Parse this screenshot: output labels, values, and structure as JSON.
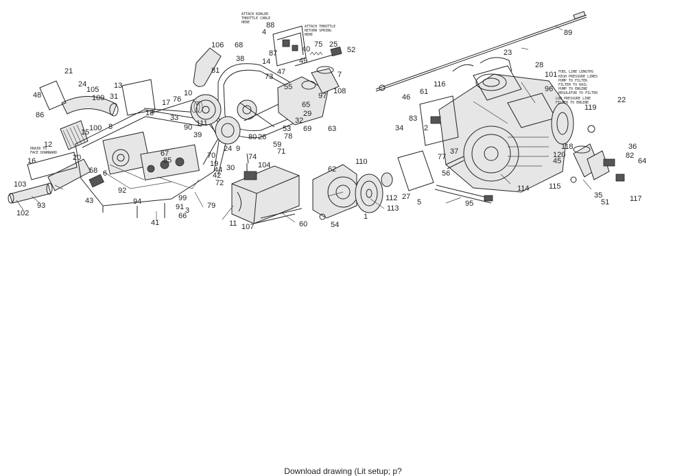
{
  "diagram": {
    "notes": {
      "kohler_cable": [
        "ATTACH KOHLER",
        "THROTTLE CABLE",
        "HERE"
      ],
      "return_spring": [
        "ATTACH THROTTLE",
        "RETURN SPRING",
        "HERE"
      ],
      "drain": [
        "DRAIN TO",
        "FACE DOWNWARD"
      ],
      "fuel_line_101": [
        "FUEL LINE LENGTHS",
        "HIGH PRESSURE LINES",
        "PUMP TO FILTER",
        "FILTER TO RAIL",
        "PUMP TO ENGINE",
        "REGULATOR TO FILTER"
      ],
      "fuel_line_96": [
        "LOW PRESSURE LINE",
        "FILTER TO ENGINE"
      ]
    },
    "callouts": [
      "89",
      "88",
      "4",
      "40",
      "75",
      "25",
      "52",
      "14",
      "49",
      "47",
      "87",
      "7",
      "23",
      "28",
      "101",
      "96",
      "106",
      "68",
      "38",
      "81",
      "73",
      "55",
      "108",
      "97",
      "10",
      "76",
      "111",
      "65",
      "29",
      "32",
      "53",
      "78",
      "59",
      "80",
      "26",
      "71",
      "9",
      "24",
      "90",
      "33",
      "39",
      "70",
      "19",
      "44",
      "42",
      "72",
      "67",
      "85",
      "99",
      "91",
      "3",
      "66",
      "79",
      "41",
      "94",
      "92",
      "6",
      "43",
      "21",
      "48",
      "24",
      "105",
      "109",
      "13",
      "31",
      "17",
      "18",
      "86",
      "100",
      "8",
      "15",
      "12",
      "16",
      "20",
      "58",
      "102",
      "103",
      "93",
      "74",
      "104",
      "30",
      "11",
      "107",
      "60",
      "63",
      "69",
      "116",
      "46",
      "61",
      "83",
      "2",
      "34",
      "37",
      "77",
      "56",
      "114",
      "119",
      "22",
      "118",
      "120",
      "36",
      "82",
      "64",
      "115",
      "117",
      "51",
      "35",
      "45",
      "110",
      "62",
      "54",
      "113",
      "112",
      "1",
      "27",
      "5",
      "95"
    ],
    "caption_stub": "Download drawing (Lit setup; p?"
  }
}
